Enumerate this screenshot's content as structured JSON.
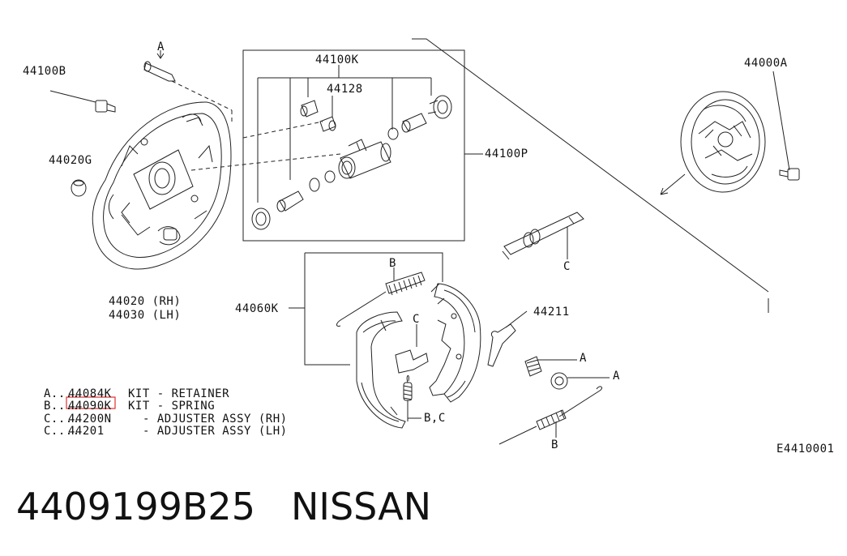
{
  "labels": {
    "backing_plate_bolt": "44100B",
    "retainer_pin_marker": "A",
    "wheel_cylinder_kit": "44100K",
    "bleeder": "44128",
    "brake_assy": "44000A",
    "plug": "44020G",
    "wheel_cylinder": "44100P",
    "backing_plate_rh": "44020 (RH)",
    "backing_plate_lh": "44030 (LH)",
    "adjuster_marker": "C",
    "spring_marker_upper": "B",
    "shoe_kit": "44060K",
    "lever": "44211",
    "retainer_marker_1": "A",
    "retainer_marker_2": "A",
    "spring_adjuster_marker": "B,C",
    "spring_marker_lower": "B",
    "diagram_code": "E4410001"
  },
  "legend": [
    {
      "key": "A....",
      "part": "44084K",
      "desc": "KIT - RETAINER"
    },
    {
      "key": "B....",
      "part": "44090K",
      "desc": "KIT - SPRING"
    },
    {
      "key": "C....",
      "part": "44200N",
      "desc": "- ADJUSTER ASSY (RH)"
    },
    {
      "key": "C....",
      "part": "44201",
      "desc": "- ADJUSTER ASSY (LH)"
    }
  ],
  "caption": {
    "part_number": "4409199B25",
    "brand": "NISSAN"
  },
  "colors": {
    "line": "#222222",
    "highlight": "#e03030"
  }
}
